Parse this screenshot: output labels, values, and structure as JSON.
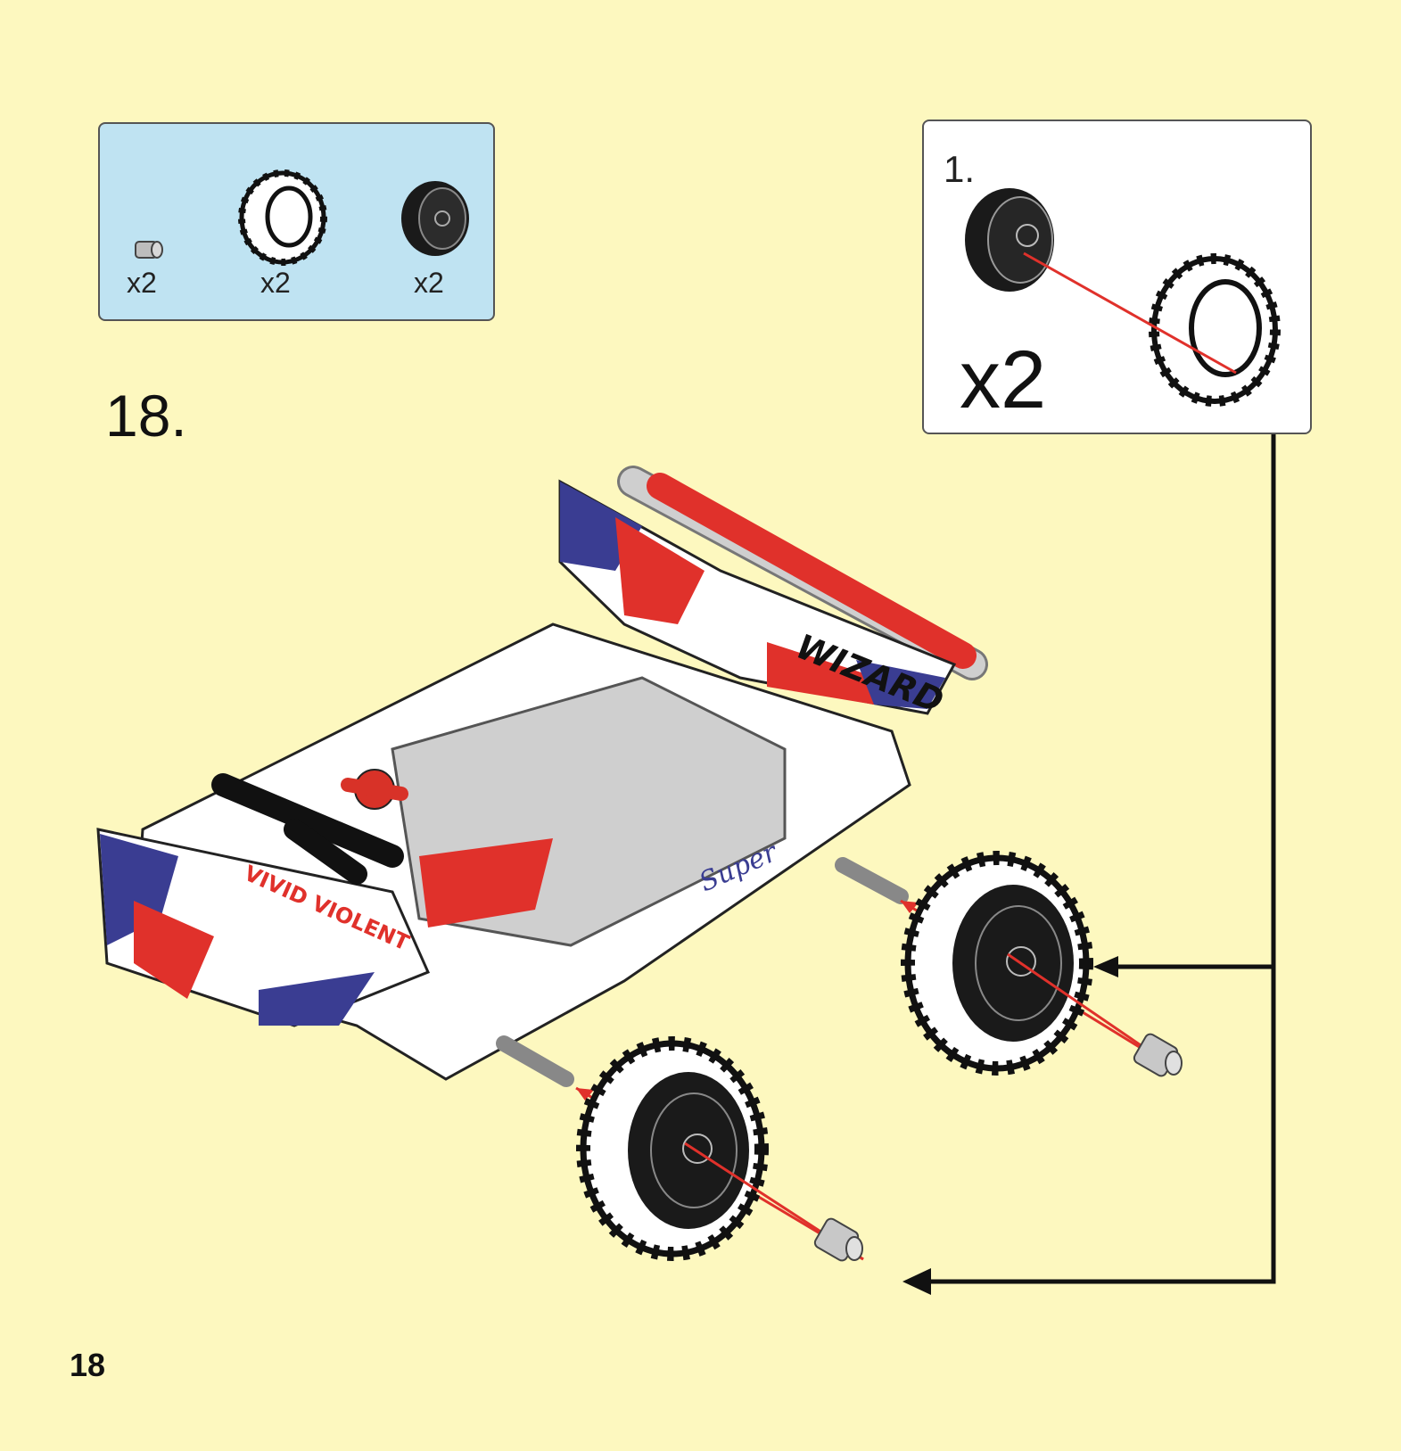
{
  "parts_list": {
    "items": [
      {
        "icon": "bushing-icon",
        "qty": "x2"
      },
      {
        "icon": "tire-icon",
        "qty": "x2"
      },
      {
        "icon": "wheel-rim-icon",
        "qty": "x2"
      }
    ]
  },
  "sub_assembly": {
    "step_label": "1.",
    "multiplier": "x2"
  },
  "step": {
    "number": "18."
  },
  "page": {
    "number": "18"
  },
  "decals": {
    "text_1": "WIZARD",
    "text_2": "VIVID VIOLENT",
    "text_3": "Super"
  },
  "colors": {
    "background": "#fdf8bf",
    "parts_box": "#bfe3f2",
    "accent_red": "#e0312b",
    "accent_blue": "#3a3d92"
  }
}
